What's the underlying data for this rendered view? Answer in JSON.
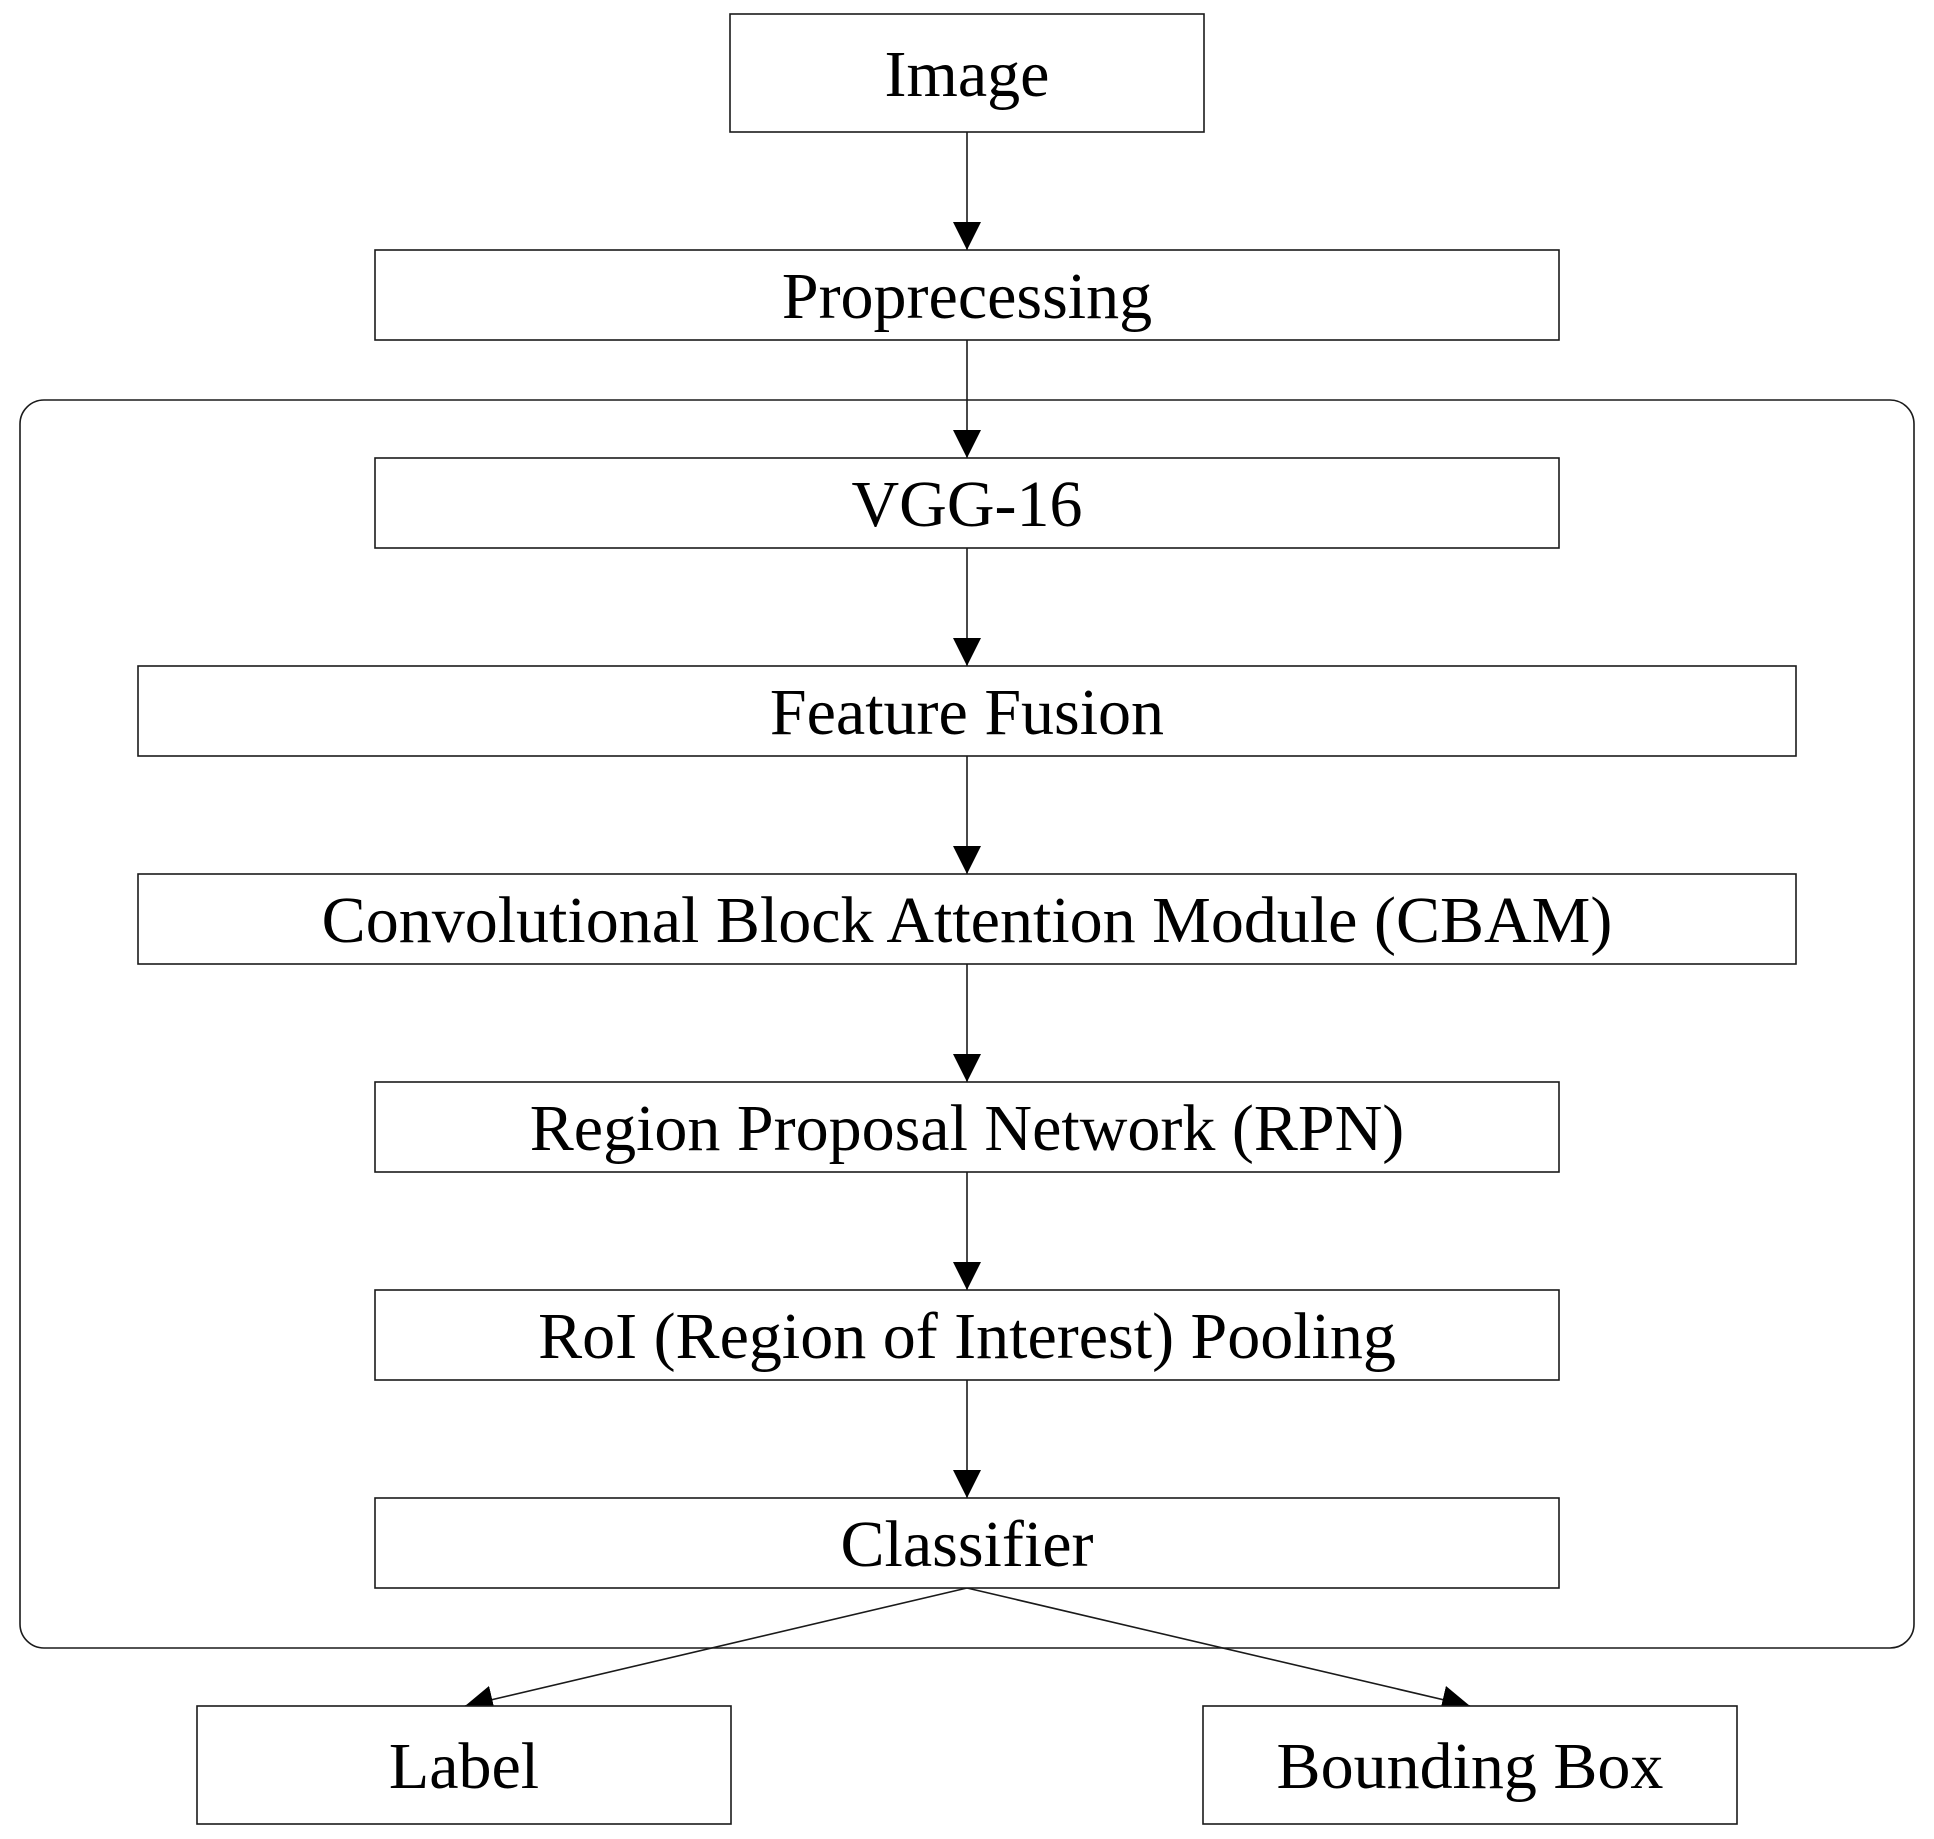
{
  "nodes": {
    "image": "Image",
    "preprocessing": "Proprecessing",
    "vgg16": "VGG-16",
    "feature_fusion": "Feature Fusion",
    "cbam": "Convolutional Block Attention Module (CBAM)",
    "rpn": "Region Proposal Network (RPN)",
    "roi_pooling": "RoI (Region of Interest) Pooling",
    "classifier": "Classifier",
    "label": "Label",
    "bounding_box": "Bounding Box"
  },
  "edges": [
    [
      "image",
      "preprocessing"
    ],
    [
      "preprocessing",
      "vgg16"
    ],
    [
      "vgg16",
      "feature_fusion"
    ],
    [
      "feature_fusion",
      "cbam"
    ],
    [
      "cbam",
      "rpn"
    ],
    [
      "rpn",
      "roi_pooling"
    ],
    [
      "roi_pooling",
      "classifier"
    ],
    [
      "classifier",
      "label"
    ],
    [
      "classifier",
      "bounding_box"
    ]
  ],
  "colors": {
    "stroke": "#1a1a1a",
    "text": "#000000",
    "background": "#ffffff"
  }
}
